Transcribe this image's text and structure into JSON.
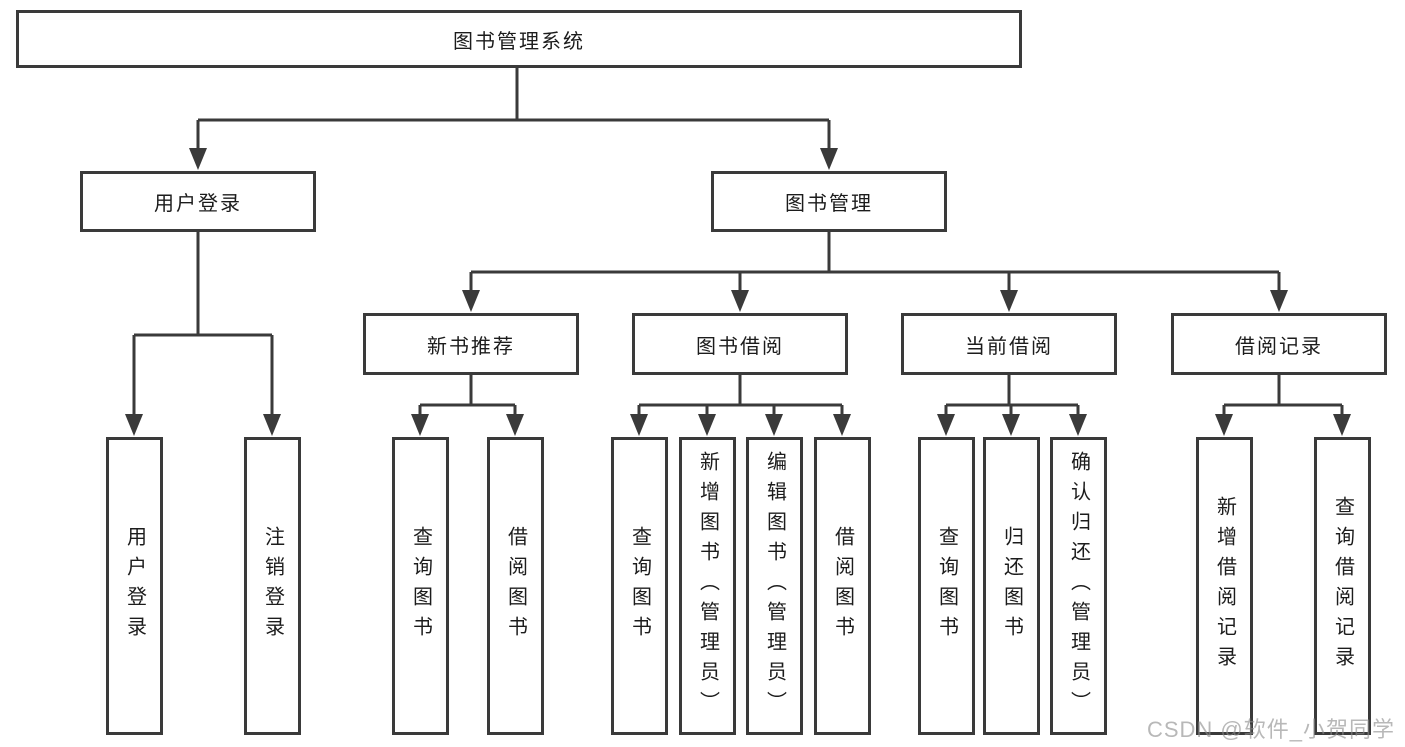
{
  "diagram": {
    "root": {
      "label": "图书管理系统"
    },
    "branches": [
      {
        "label": "用户登录",
        "children": [
          {
            "label": "用户登录"
          },
          {
            "label": "注销登录"
          }
        ]
      },
      {
        "label": "图书管理",
        "children": [
          {
            "label": "新书推荐",
            "children": [
              {
                "label": "查询图书"
              },
              {
                "label": "借阅图书"
              }
            ]
          },
          {
            "label": "图书借阅",
            "children": [
              {
                "label": "查询图书"
              },
              {
                "label": "新增图书（管理员）"
              },
              {
                "label": "编辑图书（管理员）"
              },
              {
                "label": "借阅图书"
              }
            ]
          },
          {
            "label": "当前借阅",
            "children": [
              {
                "label": "查询图书"
              },
              {
                "label": "归还图书"
              },
              {
                "label": "确认归还（管理员）"
              }
            ]
          },
          {
            "label": "借阅记录",
            "children": [
              {
                "label": "新增借阅记录"
              },
              {
                "label": "查询借阅记录"
              }
            ]
          }
        ]
      }
    ]
  },
  "watermark": {
    "text": "CSDN @软件_小贺同学"
  },
  "colors": {
    "line": "#3a3a3a",
    "box_border": "#3a3a3a",
    "text": "#1c1c1c",
    "watermark_gray": "#8c8c8c",
    "background": "#ffffff"
  }
}
